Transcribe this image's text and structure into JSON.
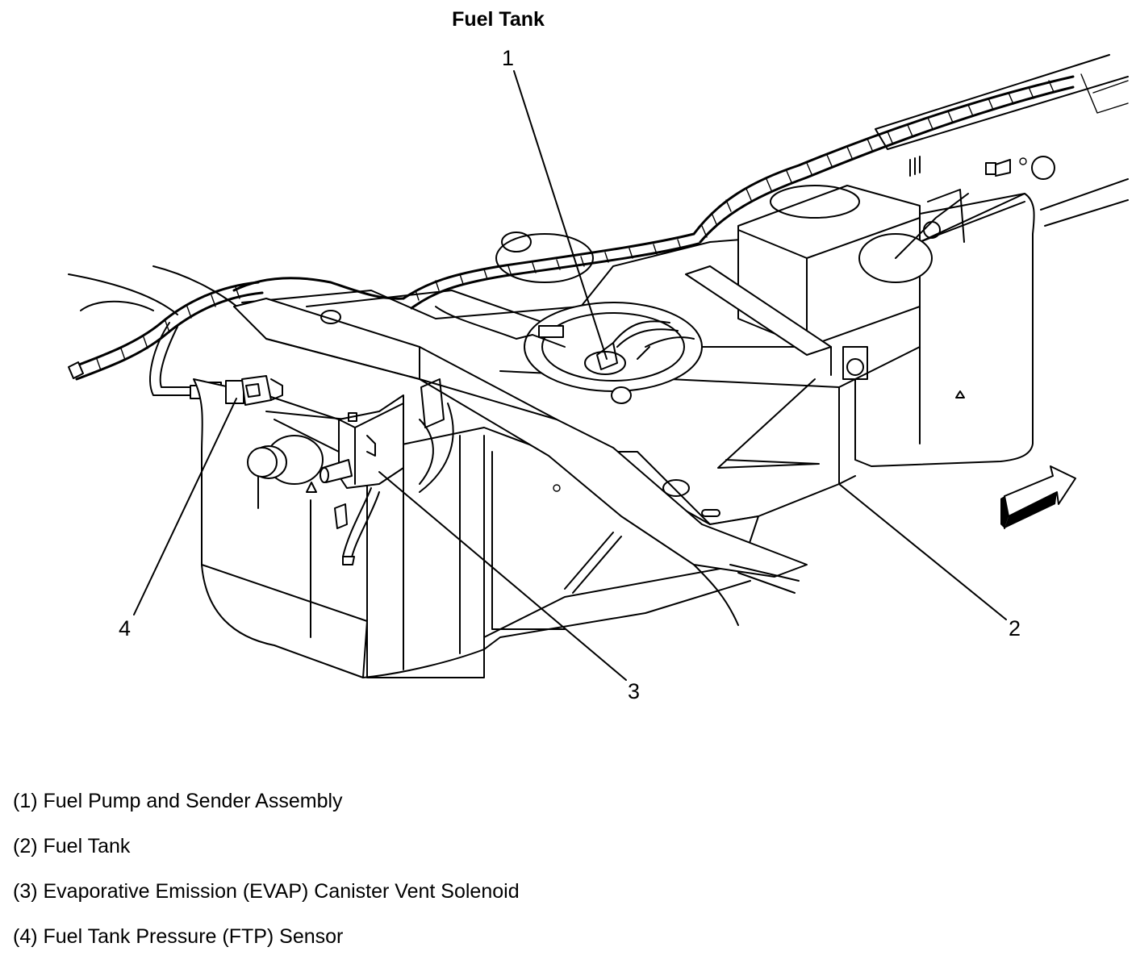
{
  "title": "Fuel Tank",
  "callouts": [
    "1",
    "2",
    "3",
    "4"
  ],
  "legend": [
    "(1) Fuel Pump and Sender Assembly",
    "(2) Fuel Tank",
    "(3) Evaporative Emission (EVAP) Canister Vent Solenoid",
    "(4) Fuel Tank Pressure (FTP) Sensor"
  ]
}
